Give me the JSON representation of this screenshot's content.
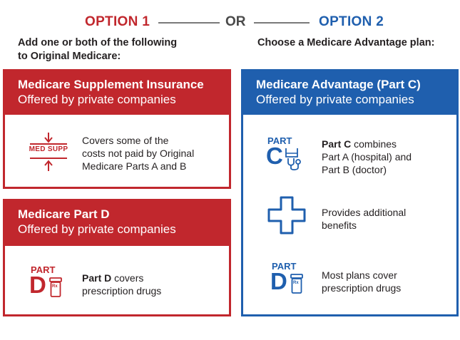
{
  "header": {
    "option1": "OPTION 1",
    "or": "OR",
    "option2": "OPTION 2"
  },
  "left_intro": [
    "Add one or both of the following",
    "to Original Medicare:"
  ],
  "right_intro": "Choose a Medicare Advantage plan:",
  "medsupp": {
    "title": "Medicare Supplement Insurance",
    "subtitle": "Offered by private companies",
    "icon_label": "MED SUPP",
    "lines": [
      "Covers some of the",
      "costs not paid by Original",
      "Medicare Parts A and B"
    ]
  },
  "partd": {
    "title": "Medicare Part D",
    "subtitle": "Offered by private companies",
    "icon_part": "PART",
    "icon_letter": "D",
    "icon_rx": "Rx",
    "lead": "Part D",
    "line1_rest": " covers",
    "line2": "prescription drugs"
  },
  "advantage": {
    "title": "Medicare Advantage (Part C)",
    "subtitle": "Offered by private companies",
    "c_part": "PART",
    "c_letter": "C",
    "c_lead": "Part C",
    "c_line1_rest": " combines",
    "c_line2": "Part A (hospital) and",
    "c_line3": "Part B (doctor)",
    "plus_line1": "Provides additional",
    "plus_line2": "benefits",
    "d_part": "PART",
    "d_letter": "D",
    "d_rx": "Rx",
    "d_line1": "Most plans cover",
    "d_line2": "prescription drugs"
  },
  "colors": {
    "red": "#c1272d",
    "blue": "#1f5fae",
    "rule": "#7a7a7a"
  }
}
